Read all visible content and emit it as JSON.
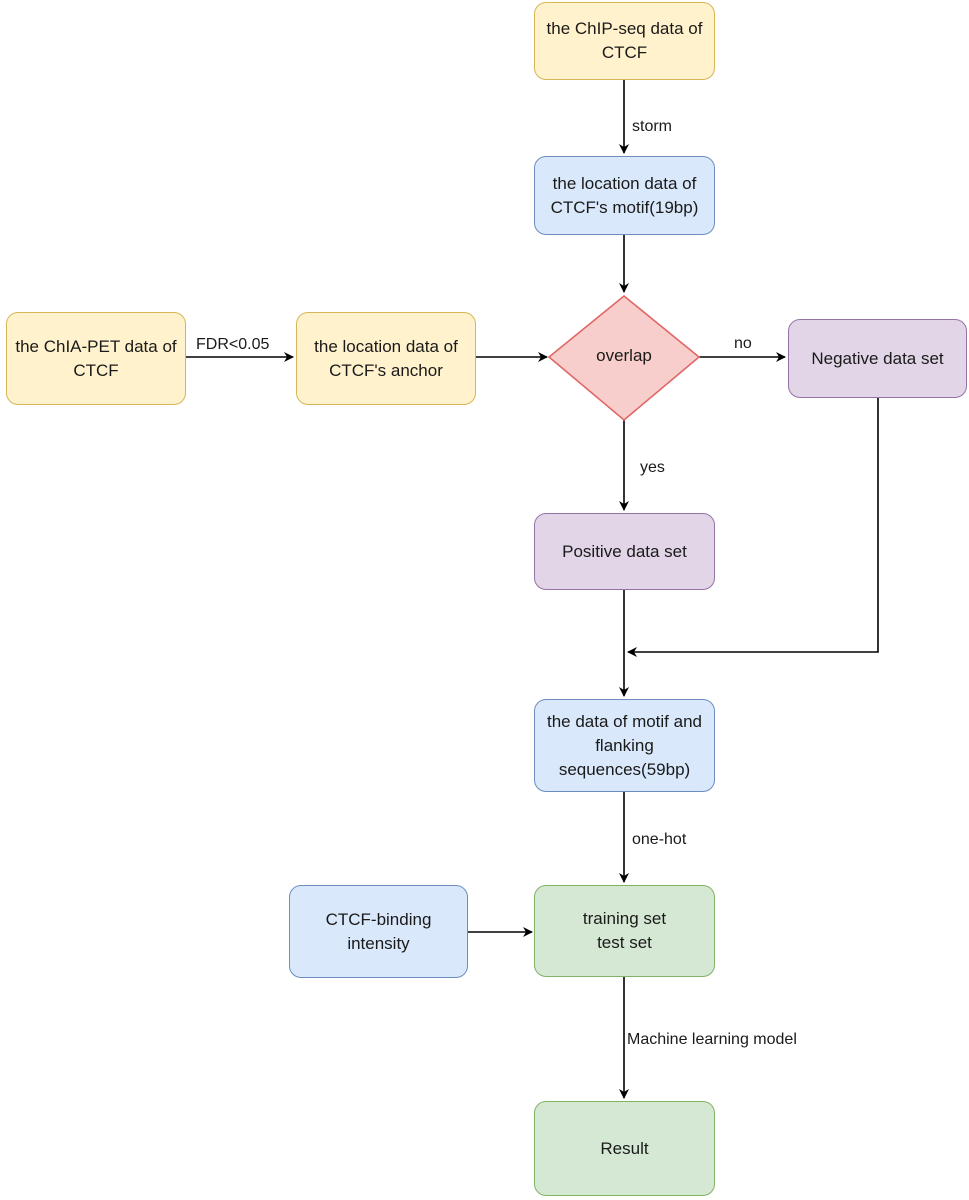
{
  "nodes": {
    "chip_seq": [
      "the ChIP-seq data of",
      "CTCF"
    ],
    "motif_location": [
      "the location data of",
      "CTCF's motif(19bp)"
    ],
    "chia_pet": [
      "the ChIA-PET data of",
      "CTCF"
    ],
    "anchor_location": [
      "the location data of",
      "CTCF's anchor"
    ],
    "overlap": "overlap",
    "negative": "Negative data set",
    "positive": "Positive data set",
    "flanking": [
      "the data of motif and",
      "flanking",
      "sequences(59bp)"
    ],
    "binding_intensity": [
      "CTCF-binding",
      "intensity"
    ],
    "train_test": [
      "training set",
      "test set"
    ],
    "result": "Result"
  },
  "edge_labels": {
    "storm": "storm",
    "fdr": "FDR<0.05",
    "no": "no",
    "yes": "yes",
    "one_hot": "one-hot",
    "ml_model": "Machine learning model"
  },
  "colors": {
    "yellow_fill": "#fff2cc",
    "yellow_stroke": "#d6b656",
    "blue_fill": "#dae8fc",
    "blue_stroke": "#6c8ebf",
    "purple_fill": "#e1d5e7",
    "purple_stroke": "#9673a6",
    "green_fill": "#d5e8d4",
    "green_stroke": "#82b366",
    "diamond_fill": "#f8cecc",
    "diamond_stroke": "#e06666"
  }
}
